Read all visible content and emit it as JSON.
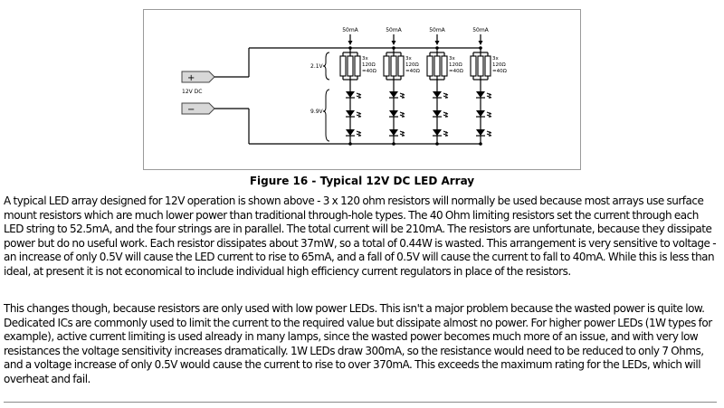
{
  "figure": {
    "caption": "Figure 16 - Typical 12V DC LED Array",
    "supply_label": "12V DC",
    "positive_symbol": "+",
    "negative_symbol": "−",
    "string_current": "50mA",
    "resistor_voltage": "2.1V",
    "led_voltage": "9.9V",
    "resistor_note": [
      "3x",
      "120Ω",
      "=40Ω"
    ],
    "string_count": 4,
    "leds_per_string": 3
  },
  "article": {
    "paragraph_1": "A typical LED array designed for 12V operation is shown above - 3 x 120 ohm resistors will normally be used because most arrays use surface mount resistors which are much lower power than traditional through-hole types. The 40 Ohm limiting resistors set the current through each LED string to 52.5mA, and the four strings are in parallel. The total current will be 210mA. The resistors are unfortunate, because they dissipate power but do no useful work. Each resistor dissipates about 37mW, so a total of 0.44W is wasted. This arrangement is very sensitive to voltage - an increase of only 0.5V will cause the LED current to rise to 65mA, and a fall of 0.5V will cause the current to fall to 40mA. While this is less than ideal, at present it is not economical to include individual high efficiency current regulators in place of the resistors.",
    "paragraph_2": "This changes though, because resistors are only used with low power LEDs. This isn't a major problem because the wasted power is quite low. Dedicated ICs are commonly used to limit the current to the required value but dissipate almost no power. For higher power LEDs (1W types for example), active current limiting is used already in many lamps, since the wasted power becomes much more of an issue, and with very low resistances the voltage sensitivity increases dramatically. 1W LEDs draw 300mA, so the resistance would need to be reduced to only 7 Ohms, and a voltage increase of only 0.5V would cause the current to rise to over 370mA. This exceeds the maximum rating for the LEDs, which will overheat and fail."
  }
}
